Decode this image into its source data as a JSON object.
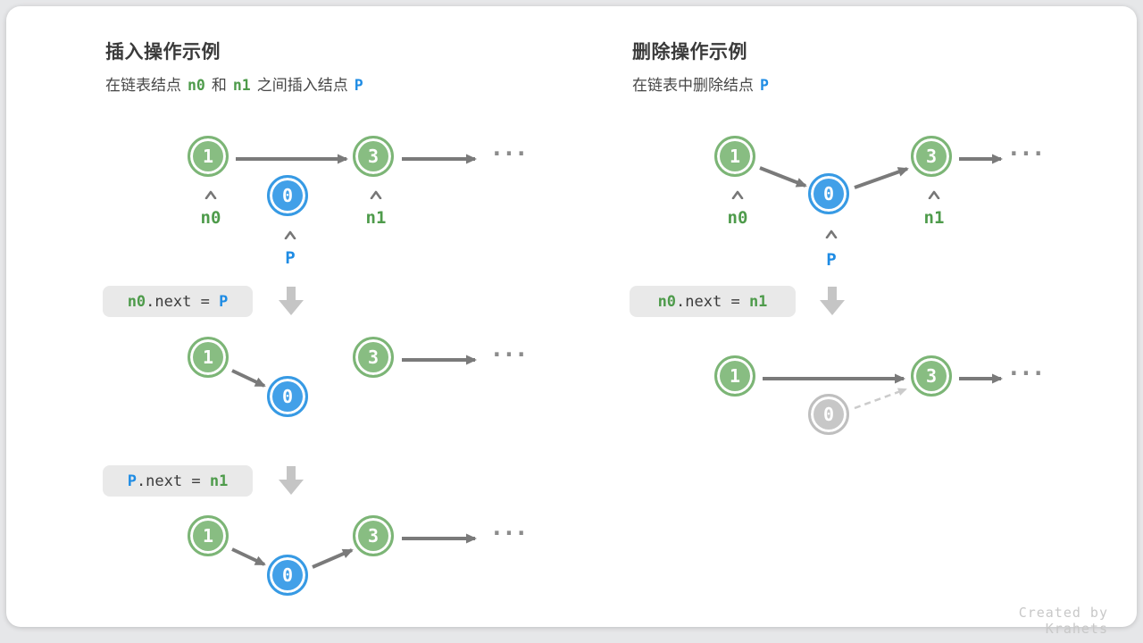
{
  "watermark": "Created by Krahets",
  "colors": {
    "node_green_fill": "#88BD82",
    "node_green_border": "#7CB576",
    "node_blue_fill": "#42A0E8",
    "node_blue_border": "#379AE4",
    "node_gray_fill": "#C7C7C7",
    "node_gray_border": "#BFBFBF",
    "arrow_gray": "#7A7A7A",
    "dashed_arrow_gray": "#CBCBCB",
    "block_arrow_gray": "#C5C5C5",
    "code_chip_bg": "#E9E9E9",
    "code_text_green": "#4E9B4B",
    "code_text_blue": "#1F8CE4"
  },
  "insert": {
    "title": "插入操作示例",
    "subtitle": {
      "t1": "在链表结点",
      "n0": "n0",
      "t2": "和",
      "n1": "n1",
      "t3": "之间插入结点",
      "p": "P"
    },
    "fig_initial": {
      "n0_value": "1",
      "p_value": "0",
      "n1_value": "3",
      "n0_label": "n0",
      "p_label": "P",
      "n1_label": "n1",
      "ellipsis": "..."
    },
    "code_step1": {
      "lhs": "n0",
      "mid": ".next = ",
      "rhs": "P"
    },
    "fig_step1": {
      "n0_value": "1",
      "p_value": "0",
      "n1_value": "3",
      "ellipsis": "..."
    },
    "code_step2": {
      "lhs": "P",
      "mid": ".next = ",
      "rhs": "n1"
    },
    "fig_step2": {
      "n0_value": "1",
      "p_value": "0",
      "n1_value": "3",
      "ellipsis": "..."
    }
  },
  "delete": {
    "title": "删除操作示例",
    "subtitle": {
      "t1": "在链表中删除结点",
      "p": "P"
    },
    "fig_initial": {
      "n0_value": "1",
      "p_value": "0",
      "n1_value": "3",
      "n0_label": "n0",
      "p_label": "P",
      "n1_label": "n1",
      "ellipsis": "..."
    },
    "code_step1": {
      "lhs": "n0",
      "mid": ".next = ",
      "rhs": "n1"
    },
    "fig_step1": {
      "n0_value": "1",
      "p_value": "0",
      "n1_value": "3",
      "ellipsis": "..."
    }
  }
}
